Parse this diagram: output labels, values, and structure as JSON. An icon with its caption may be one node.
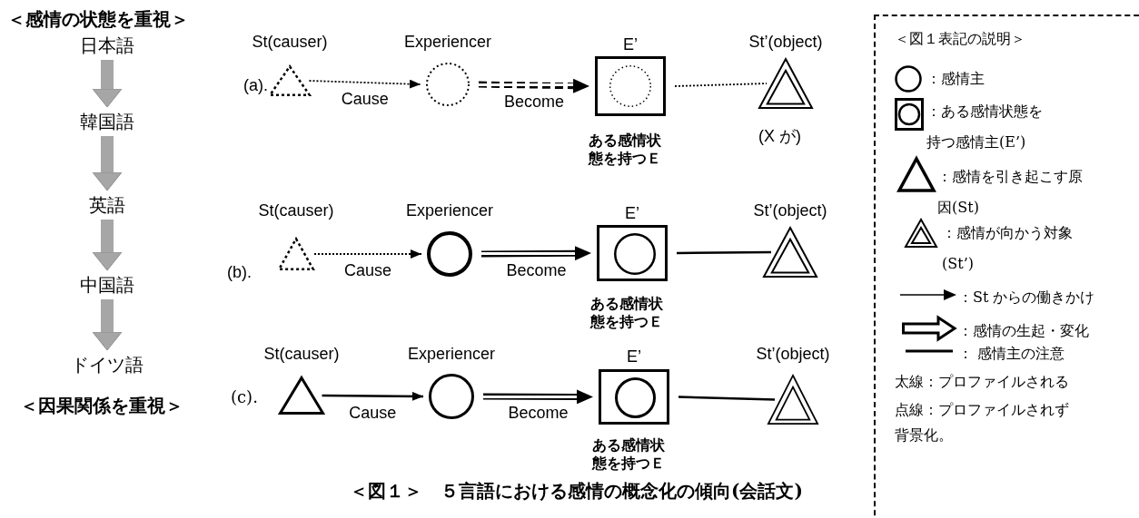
{
  "diagram": {
    "caption": "＜図１＞　５言語における感情の概念化の傾向(会話文)",
    "nodes": [
      {
        "text": [
          "日本語"
        ]
      },
      {
        "text": [
          "韓国語"
        ]
      },
      {
        "text": [
          "英語"
        ]
      },
      {
        "text": [
          "中国語"
        ]
      },
      {
        "text": [
          "ドイツ語"
        ]
      },
      {
        "text": [
          "St(causer)"
        ]
      },
      {
        "text": [
          "Experiencer"
        ]
      },
      {
        "text": [
          "E’"
        ],
        "beside": [
          "ある感情状態を持つＥ"
        ]
      },
      {
        "text": [],
        "shape": "circle",
        "in": 7
      },
      {
        "text": [
          "St’(object)"
        ],
        "beside": [
          "(X が)"
        ]
      },
      {
        "text": [
          "St(causer)"
        ]
      },
      {
        "text": [
          "Experiencer"
        ]
      },
      {
        "text": [
          "E’"
        ],
        "beside": [
          "ある感情状態を持つＥ"
        ]
      },
      {
        "text": [],
        "shape": "circle",
        "in": 12
      },
      {
        "text": [
          "St’(object)"
        ]
      },
      {
        "text": [
          "St(causer)"
        ]
      },
      {
        "text": [
          "Experiencer"
        ]
      },
      {
        "text": [
          "E’"
        ],
        "beside": [
          "ある感情状態を持つＥ"
        ]
      },
      {
        "text": [],
        "shape": "circle",
        "in": 17
      },
      {
        "text": [
          "St’(object)"
        ]
      }
    ],
    "edges": [
      {
        "from": 0,
        "to": 1,
        "arrow": "to",
        "style": "thick",
        "color": "#a6a6a6"
      },
      {
        "from": 1,
        "to": 2,
        "arrow": "to",
        "style": "thick",
        "color": "#a6a6a6"
      },
      {
        "from": 2,
        "to": 3,
        "arrow": "to",
        "style": "thick",
        "color": "#a6a6a6"
      },
      {
        "from": 3,
        "to": 4,
        "arrow": "to",
        "style": "thick",
        "color": "#a6a6a6"
      },
      {
        "from": 5,
        "to": 6,
        "arrow": "to",
        "label": "Cause",
        "style": "dashed"
      },
      {
        "from": 6,
        "to": 7,
        "arrow": "to",
        "label": "Become",
        "style": "dashed"
      },
      {
        "from": 7,
        "to": 9,
        "arrow": "none",
        "style": "dashed"
      },
      {
        "from": 10,
        "to": 11,
        "arrow": "to",
        "label": "Cause",
        "style": "dashed"
      },
      {
        "from": 11,
        "to": 12,
        "arrow": "to",
        "label": "Become"
      },
      {
        "from": 12,
        "to": 14,
        "arrow": "none"
      },
      {
        "from": 15,
        "to": 16,
        "arrow": "to",
        "label": "Cause"
      },
      {
        "from": 16,
        "to": 17,
        "arrow": "to",
        "label": "Become"
      },
      {
        "from": 17,
        "to": 19,
        "arrow": "none"
      }
    ],
    "labels": [
      "＜感情の状態を重視＞",
      "＜因果関係を重視＞",
      "(a).",
      "(b).",
      "(c).",
      "＜図１表記の説明＞",
      "太線：プロファイルされる",
      "点線：プロファイルされず背景化。"
    ],
    "legend": [
      {
        "text": "：感情主"
      },
      {
        "text": "：ある感情状態を持つ感情主(E’)"
      },
      {
        "text": "：感情を引き起こす原因(St)"
      },
      {
        "text": "：感情が向かう対象(St’)"
      },
      {
        "text": "：St からの働きかけ"
      },
      {
        "text": "：感情の生起・変化"
      },
      {
        "text": "： 感情主の注意"
      }
    ]
  }
}
